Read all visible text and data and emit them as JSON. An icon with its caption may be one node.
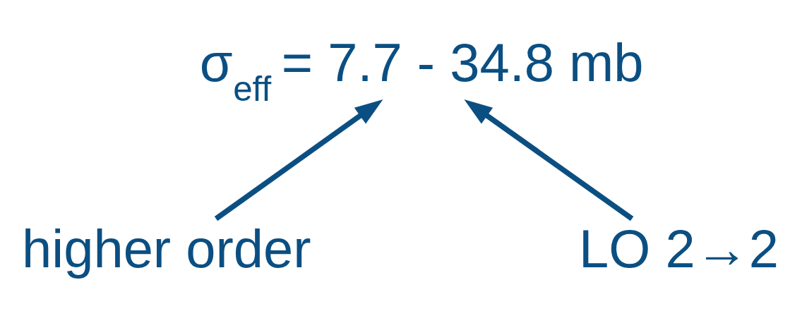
{
  "diagram": {
    "nodes": [
      {
        "text": [
          "σ$_{eff}$ = 7.7 - 34.8 mb"
        ]
      },
      {
        "text": [
          "higher order"
        ]
      },
      {
        "text": [
          "LO 2→2"
        ]
      }
    ],
    "edges": [
      {
        "from": 1,
        "to": 0,
        "arrow": "to"
      },
      {
        "from": 2,
        "to": 0,
        "arrow": "to"
      }
    ]
  }
}
